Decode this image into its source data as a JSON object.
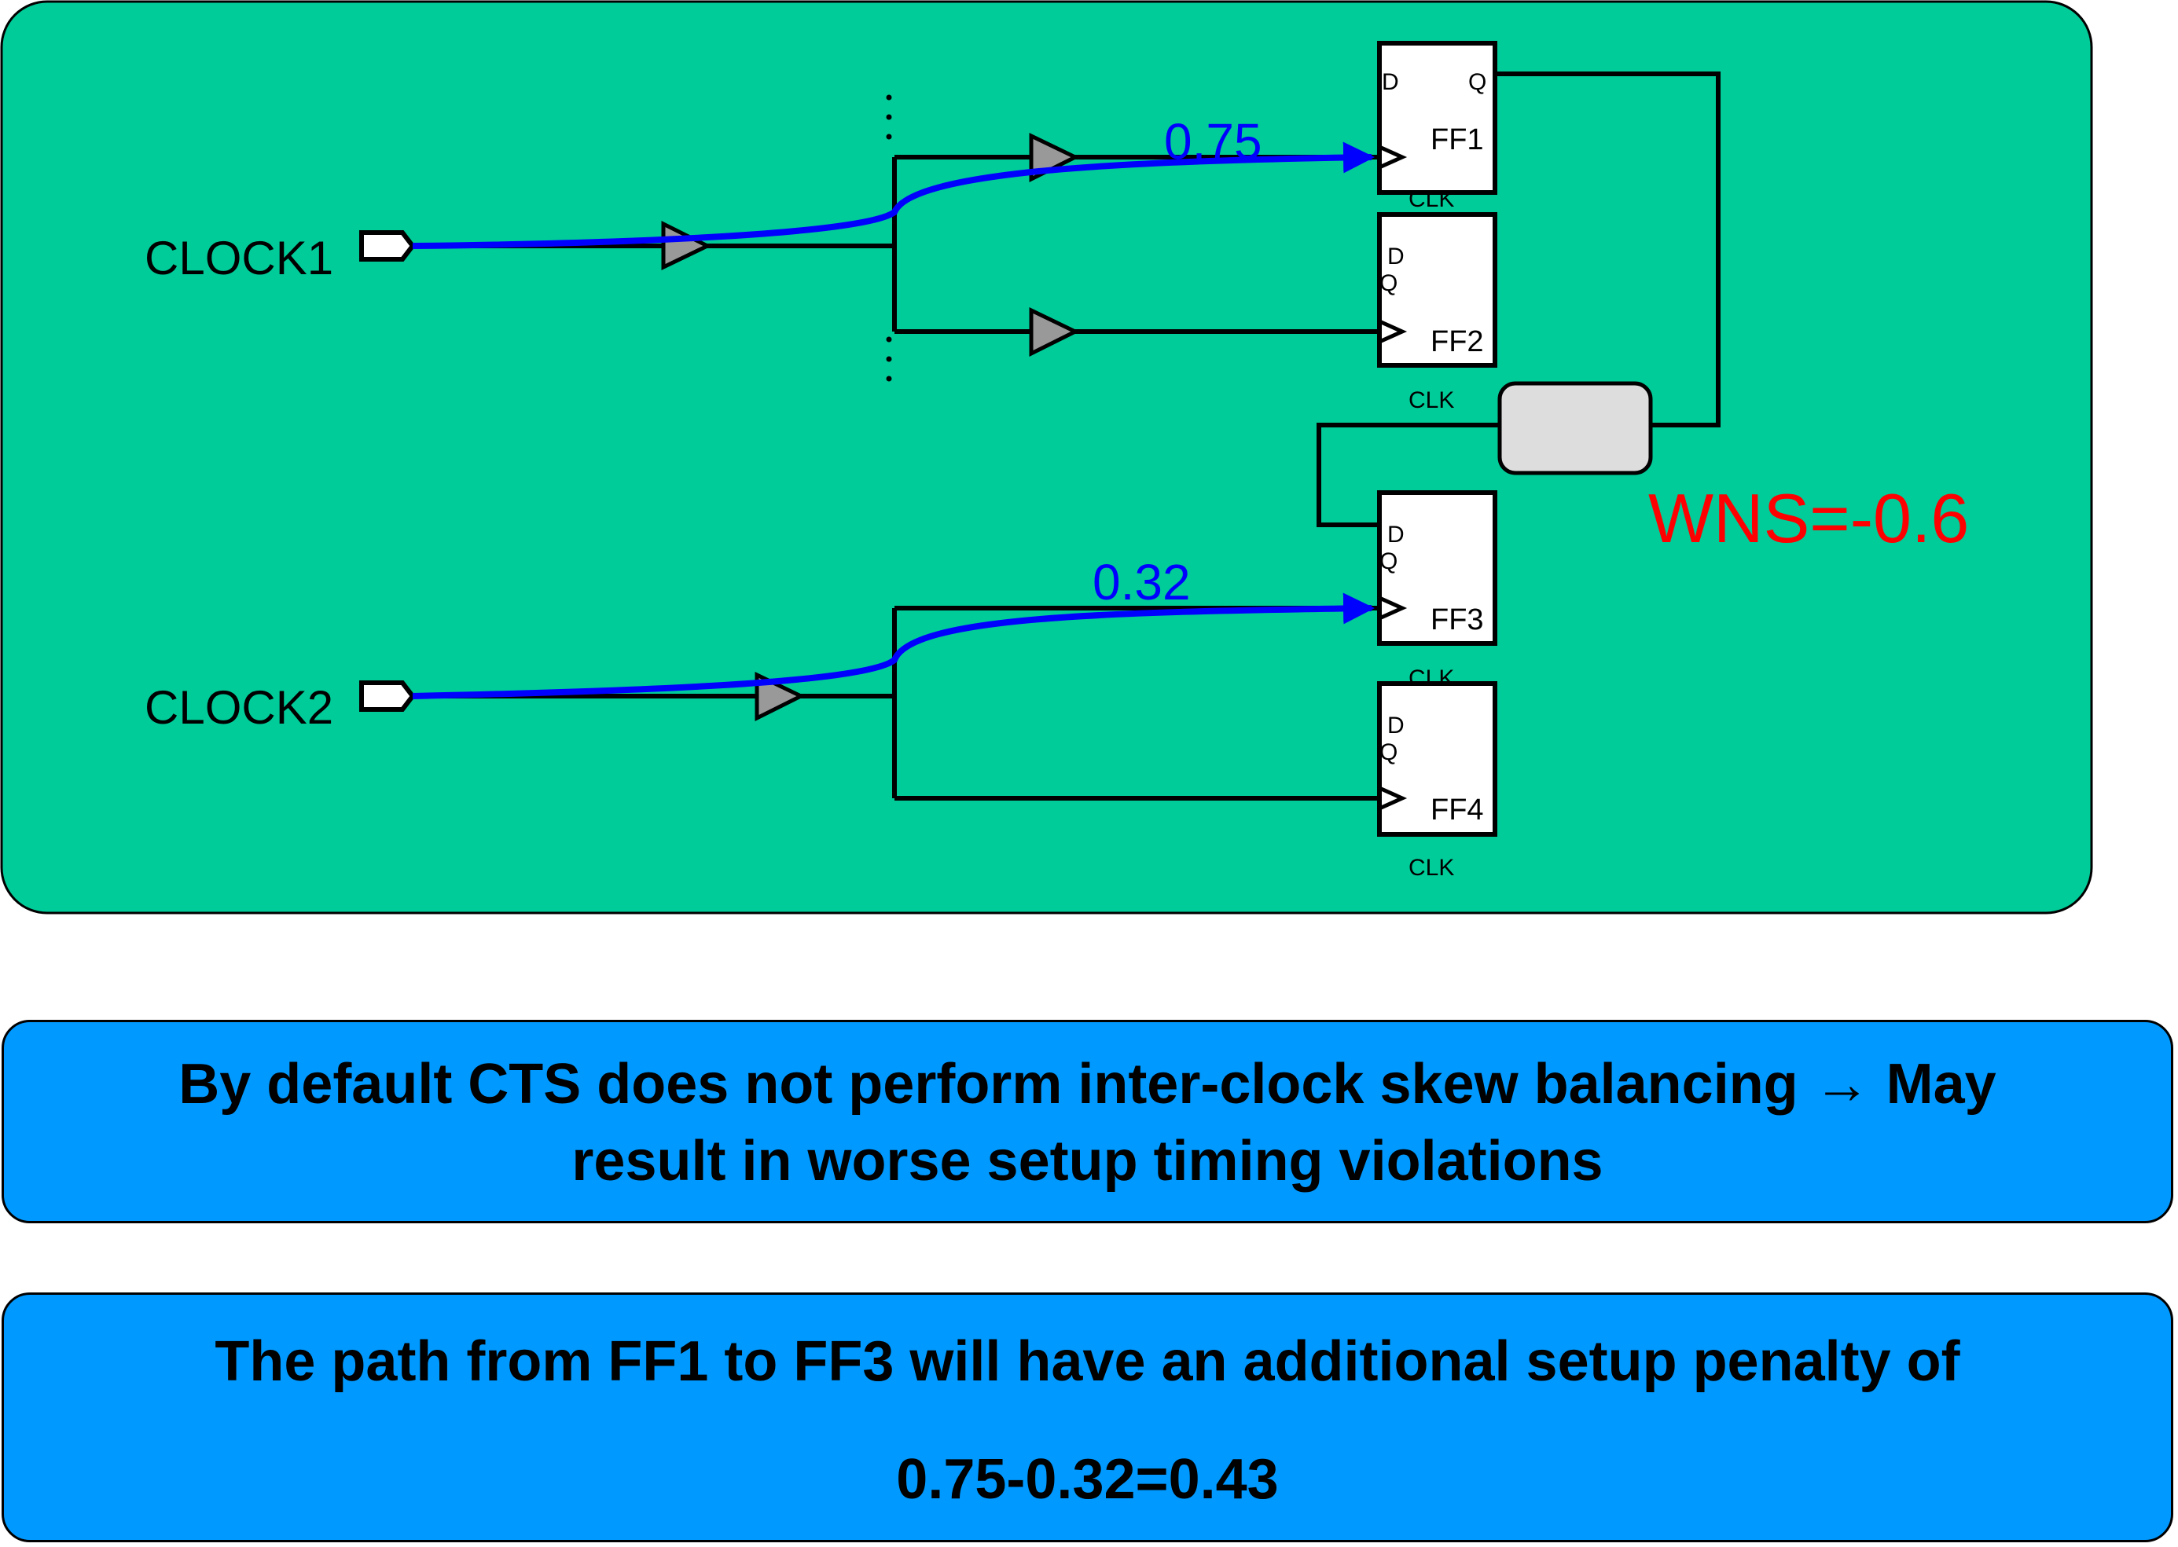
{
  "clocks": [
    {
      "name": "CLOCK1"
    },
    {
      "name": "CLOCK2"
    }
  ],
  "flops": [
    {
      "name": "FF1",
      "d": "D",
      "q": "Q",
      "clk": "CLK"
    },
    {
      "name": "FF2",
      "d": "D",
      "q": "Q",
      "clk": "CLK"
    },
    {
      "name": "FF3",
      "d": "D",
      "q": "Q",
      "clk": "CLK"
    },
    {
      "name": "FF4",
      "d": "D",
      "q": "Q",
      "clk": "CLK"
    }
  ],
  "latency": {
    "clock1": "0.75",
    "clock2": "0.32"
  },
  "wns": "WNS=-0.6",
  "notes": {
    "note1_line1": "By default CTS does not perform inter-clock skew balancing → May",
    "note1_line2": "result in worse setup timing violations",
    "note2_line1": "The path from FF1 to FF3 will have an additional setup penalty of",
    "note2_line2": "0.75-0.32=0.43"
  },
  "colors": {
    "panel": "#00cc99",
    "banner": "#0099ff",
    "clock_path": "#0000ff",
    "latency_text": "#0000ff",
    "wns_text": "#ff0000",
    "buffer_fill": "#999999",
    "logic_fill": "#dddddd"
  }
}
